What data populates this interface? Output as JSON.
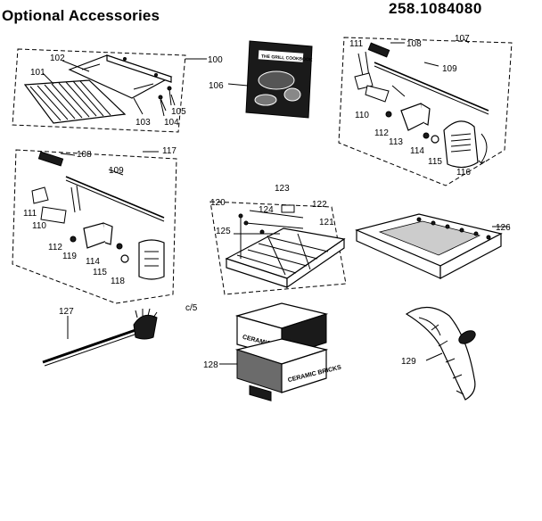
{
  "header": {
    "title": "Optional Accessories",
    "model_number": "258.1084080"
  },
  "callouts": {
    "c100": "100",
    "c101": "101",
    "c102": "102",
    "c103": "103",
    "c104": "104",
    "c105": "105",
    "c106": "106",
    "c107": "107",
    "c108a": "108",
    "c109a": "109",
    "c110a": "110",
    "c111a": "111",
    "c112a": "112",
    "c113": "113",
    "c114a": "114",
    "c115a": "115",
    "c116": "116",
    "c117": "117",
    "c108b": "108",
    "c109b": "109",
    "c111b": "111",
    "c110b": "110",
    "c112b": "112",
    "c119": "119",
    "c114b": "114",
    "c115b": "115",
    "c118": "118",
    "c120": "120",
    "c123": "123",
    "c124": "124",
    "c122": "122",
    "c121": "121",
    "c125": "125",
    "c126": "126",
    "c127": "127",
    "c128": "128",
    "c129": "129",
    "c5": "c/5"
  },
  "product_text": {
    "book_cover": "THE GRILL COOKBOOK",
    "briquet_box_1": "CERAMIC BRICKS",
    "briquet_box_2": "CERAMIC BRICKS"
  }
}
